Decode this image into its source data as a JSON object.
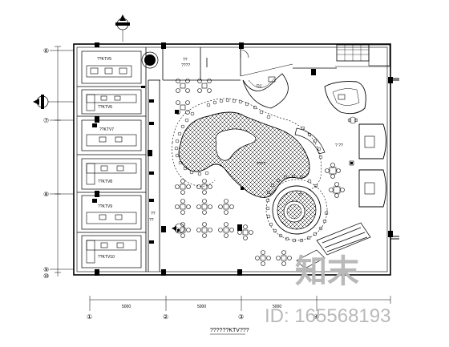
{
  "title": "??????KTV???",
  "watermark": {
    "logo_text": "知末",
    "id_text": "ID: 165568193"
  },
  "grid_axes": {
    "left": [
      "⑥",
      "⑦",
      "⑧",
      "⑨",
      "⑩"
    ],
    "bottom": [
      "①",
      "②",
      "③",
      "④"
    ]
  },
  "dimensions": {
    "bottom": [
      "5000",
      "5000",
      "5000"
    ]
  },
  "rooms": {
    "ktv5": "??KTV5",
    "ktv6": "??KTV6",
    "ktv7": "??KTV7",
    "ktv8": "??KTV8",
    "ktv9": "??KTV9",
    "ktv10": "??KTV10",
    "top_room": "??",
    "top_room_sub": "????",
    "corridor": "??",
    "corridor_bottom": "??",
    "dj": "DJ",
    "bar": "? ??",
    "dance_floor": "????",
    "stage_label": "??"
  },
  "colors": {
    "line": "#000000",
    "watermark": "#b9b9b9",
    "background": "#ffffff"
  }
}
